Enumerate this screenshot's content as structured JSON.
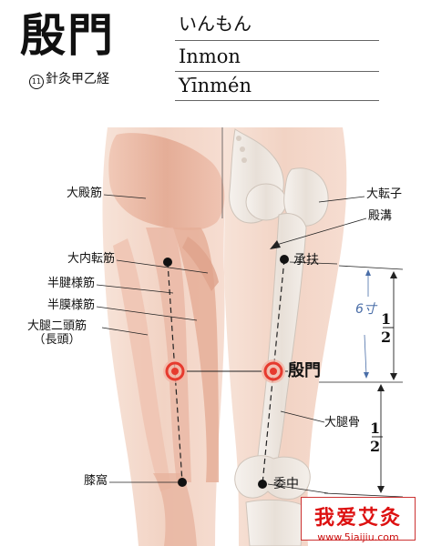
{
  "header": {
    "title": "殷門",
    "source_circled": "11",
    "source_text": "針灸甲乙経",
    "kana": "いんもん",
    "romaji": "Inmon",
    "pinyin": "Yīnmén"
  },
  "labels": {
    "gluteus_maximus": "大殿筋",
    "adductor_magnus": "大内転筋",
    "semitendinosus": "半腱様筋",
    "semimembranosus": "半膜様筋",
    "biceps_femoris_line1": "大腿二頭筋",
    "biceps_femoris_line2": "（長頭）",
    "popliteal_fossa": "膝窩",
    "greater_trochanter": "大転子",
    "gluteal_fold": "殿溝",
    "chengfu": "承扶",
    "yinmen": "殷門",
    "femur": "大腿骨",
    "weizhong": "委中"
  },
  "measures": {
    "half_top_num": "1",
    "half_top_den": "2",
    "half_bottom_num": "1",
    "half_bottom_den": "2",
    "cun": "6寸"
  },
  "colors": {
    "skin": "#f4d8cb",
    "muscle": "#e9b8a5",
    "bone": "#f1ece6",
    "acupoint": "#e63a2e"
  },
  "watermark": {
    "main": "我爱艾灸",
    "sub": "www.5iaijiu.com"
  }
}
